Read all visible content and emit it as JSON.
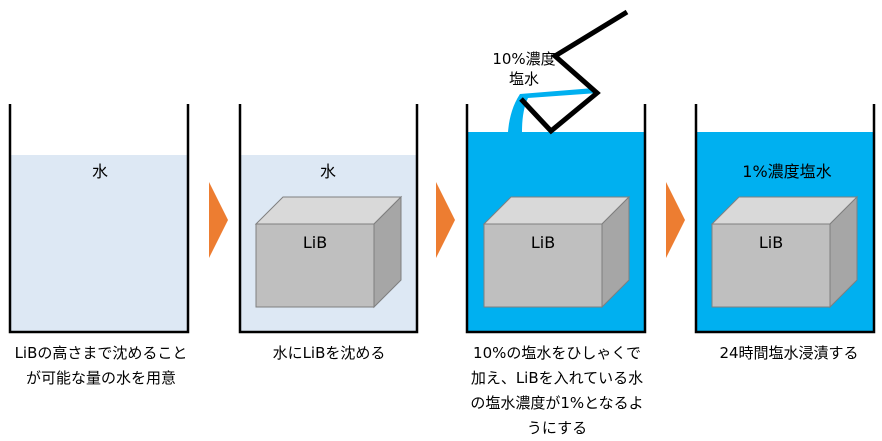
{
  "steps": [
    {
      "liquid_label": "水",
      "block_label": "",
      "caption": "LiBの高さまで沈めることが可能な量の水を用意"
    },
    {
      "liquid_label": "水",
      "block_label": "LiB",
      "caption": "水にLiBを沈める"
    },
    {
      "liquid_label": "",
      "block_label": "LiB",
      "caption": "10%の塩水をひしゃくで加え、LiBを入れている水の塩水濃度が1%となるようにする",
      "pour_label": "10%濃度\n塩水"
    },
    {
      "liquid_label": "1%濃度塩水",
      "block_label": "LiB",
      "caption": "24時間塩水浸漬する"
    }
  ],
  "colors": {
    "water": "#dde8f4",
    "brine": "#00b0f0",
    "arrow": "#ed7d31",
    "block_front": "#bfbfbf",
    "block_top": "#d9d9d9",
    "block_side": "#a6a6a6",
    "block_edge": "#7f7f7f"
  }
}
